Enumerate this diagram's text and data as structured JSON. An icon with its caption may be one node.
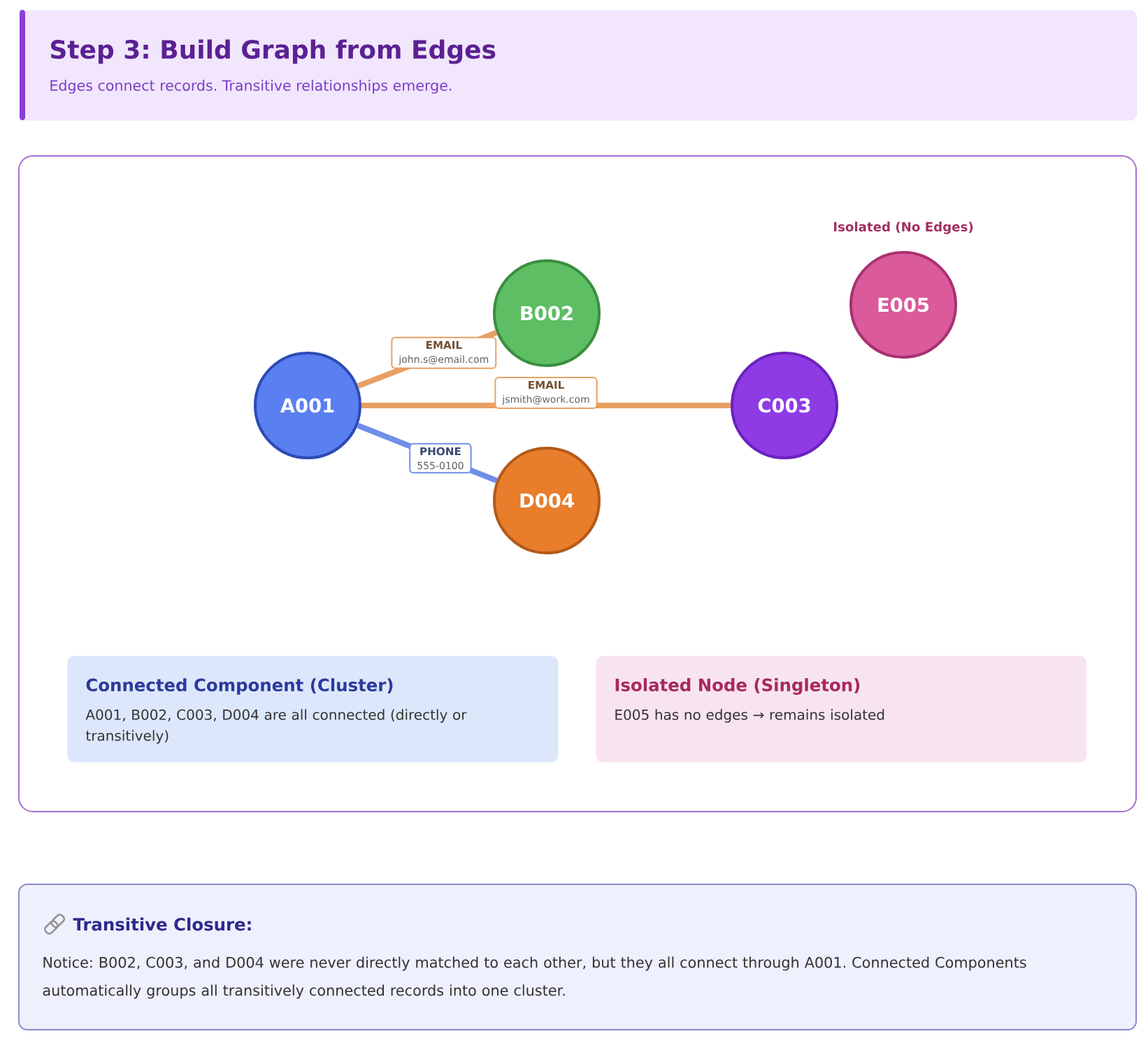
{
  "diagram": {
    "nodes": [
      {
        "text": [
          "Step 3: Build Graph from Edges",
          "Edges connect records. Transitive relationships emerge."
        ]
      },
      {
        "text": [],
        "shape": "box"
      },
      {
        "text": [
          "A001"
        ],
        "in": 1
      },
      {
        "text": [
          "B002"
        ],
        "in": 1
      },
      {
        "text": [
          "C003"
        ],
        "in": 1
      },
      {
        "text": [
          "D004"
        ],
        "in": 1
      },
      {
        "text": [
          "E005"
        ],
        "in": 1,
        "beside": [
          "Isolated (No Edges)"
        ]
      },
      {
        "text": [
          "Connected Component (Cluster)",
          "A001, B002, C003, D004 are all connected (directly or transitively)"
        ],
        "in": 1
      },
      {
        "text": [
          "Isolated Node (Singleton)",
          "E005 has no edges → remains isolated"
        ],
        "in": 1
      },
      {
        "text": [
          "Transitive Closure:",
          "Notice: B002, C003, and D004 were never directly matched to each other, but they all connect through A001. Connected Components automatically groups all transitively connected records into one cluster."
        ]
      }
    ],
    "edges": [
      {
        "from": 2,
        "to": 3,
        "arrow": "none",
        "label": "**EMAIL** john.s@email.com"
      },
      {
        "from": 2,
        "to": 4,
        "arrow": "none",
        "label": "**EMAIL** jsmith@work.com"
      },
      {
        "from": 2,
        "to": 5,
        "arrow": "none",
        "label": "**PHONE** 555-0100",
        "color": "#6f8fe8"
      }
    ]
  }
}
